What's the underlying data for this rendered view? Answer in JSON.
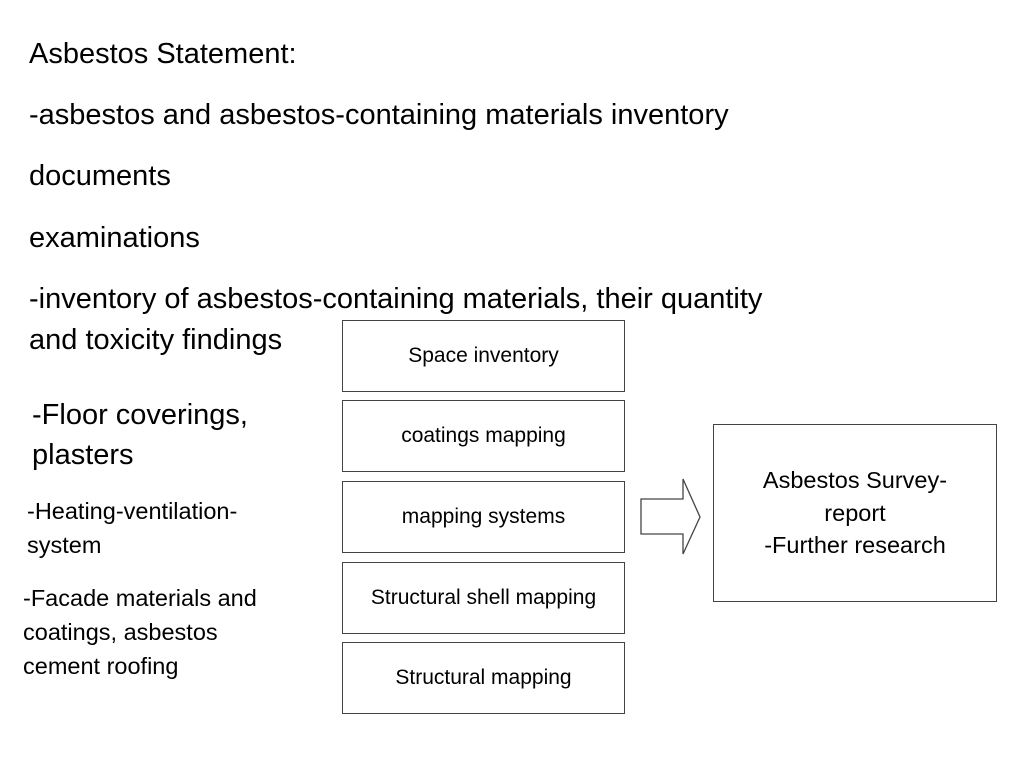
{
  "text": {
    "statement_title": "Asbestos Statement:",
    "inventory_line": "-asbestos and asbestos-containing materials inventory",
    "documents": "documents",
    "examinations": "examinations",
    "findings_line1": "-inventory of asbestos-containing materials, their quantity",
    "findings_line2": "and toxicity findings",
    "floor_line1": "-Floor coverings,",
    "floor_line2": "plasters",
    "hvac_line1": "-Heating-ventilation-",
    "hvac_line2": "system",
    "facade_line1": "-Facade materials and",
    "facade_line2": "coatings, asbestos",
    "facade_line3": "cement roofing"
  },
  "boxes": [
    {
      "label": "Space inventory"
    },
    {
      "label": "coatings mapping"
    },
    {
      "label": "mapping systems"
    },
    {
      "label": "Structural shell mapping"
    },
    {
      "label": "Structural mapping"
    }
  ],
  "result": {
    "line1": "Asbestos Survey-",
    "line2": "report",
    "line3": "-Further research"
  },
  "colors": {
    "border": "#444444",
    "text": "#000000",
    "background": "#ffffff"
  }
}
